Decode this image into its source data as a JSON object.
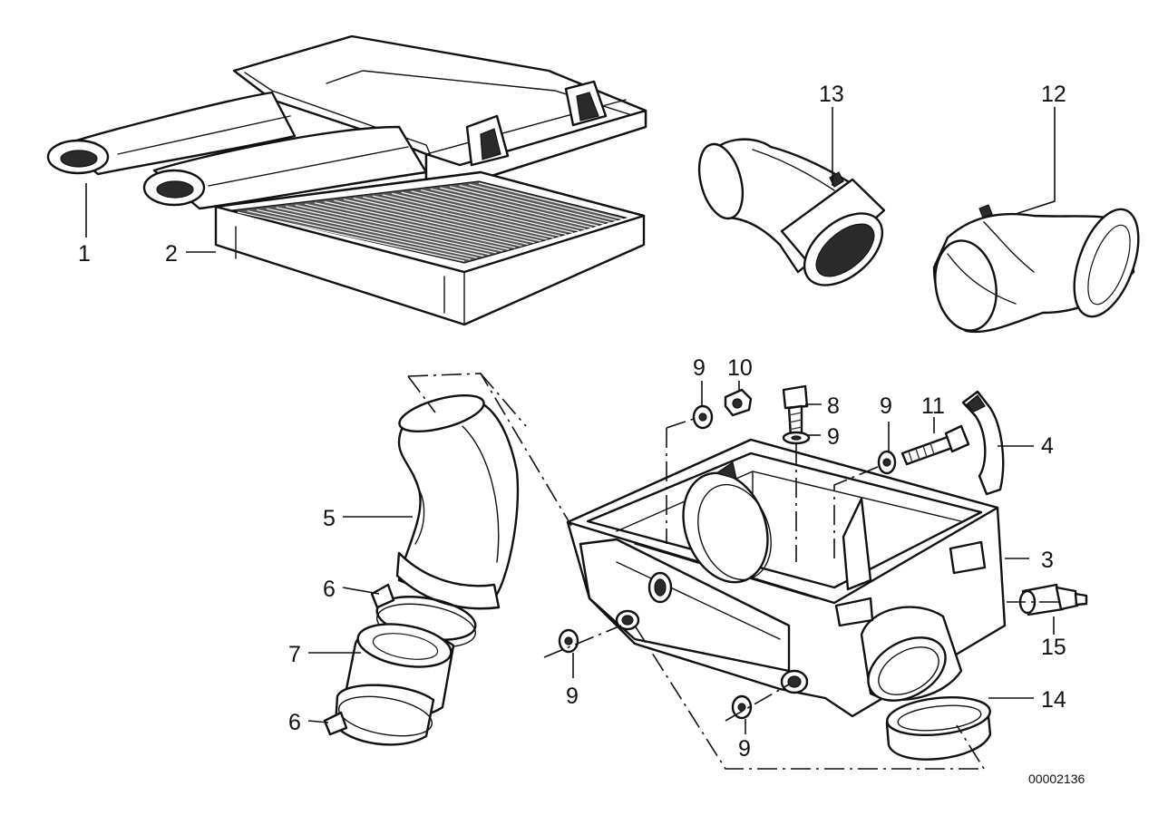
{
  "diagram_id": "00002136",
  "callouts": [
    {
      "id": "c1",
      "label": "1"
    },
    {
      "id": "c2",
      "label": "2"
    },
    {
      "id": "c3",
      "label": "3"
    },
    {
      "id": "c4",
      "label": "4"
    },
    {
      "id": "c5",
      "label": "5"
    },
    {
      "id": "c6a",
      "label": "6"
    },
    {
      "id": "c6b",
      "label": "6"
    },
    {
      "id": "c7",
      "label": "7"
    },
    {
      "id": "c8",
      "label": "8"
    },
    {
      "id": "c9a",
      "label": "9"
    },
    {
      "id": "c9b",
      "label": "9"
    },
    {
      "id": "c9c",
      "label": "9"
    },
    {
      "id": "c9d",
      "label": "9"
    },
    {
      "id": "c9e",
      "label": "9"
    },
    {
      "id": "c10",
      "label": "10"
    },
    {
      "id": "c11",
      "label": "11"
    },
    {
      "id": "c12",
      "label": "12"
    },
    {
      "id": "c13",
      "label": "13"
    },
    {
      "id": "c14",
      "label": "14"
    },
    {
      "id": "c15",
      "label": "15"
    }
  ],
  "parts": [
    {
      "id": "air-filter-cover",
      "ref": "1"
    },
    {
      "id": "filter-element",
      "ref": "2"
    },
    {
      "id": "filter-housing",
      "ref": "3"
    },
    {
      "id": "clip",
      "ref": "4"
    },
    {
      "id": "intake-hose",
      "ref": "5"
    },
    {
      "id": "hose-clamp",
      "ref": "6"
    },
    {
      "id": "rubber-sleeve",
      "ref": "7"
    },
    {
      "id": "bolt",
      "ref": "8"
    },
    {
      "id": "washer",
      "ref": "9"
    },
    {
      "id": "nut",
      "ref": "10"
    },
    {
      "id": "screw",
      "ref": "11"
    },
    {
      "id": "elbow-right",
      "ref": "12"
    },
    {
      "id": "elbow-left",
      "ref": "13"
    },
    {
      "id": "rubber-ring",
      "ref": "14"
    },
    {
      "id": "temperature-sensor",
      "ref": "15"
    }
  ]
}
